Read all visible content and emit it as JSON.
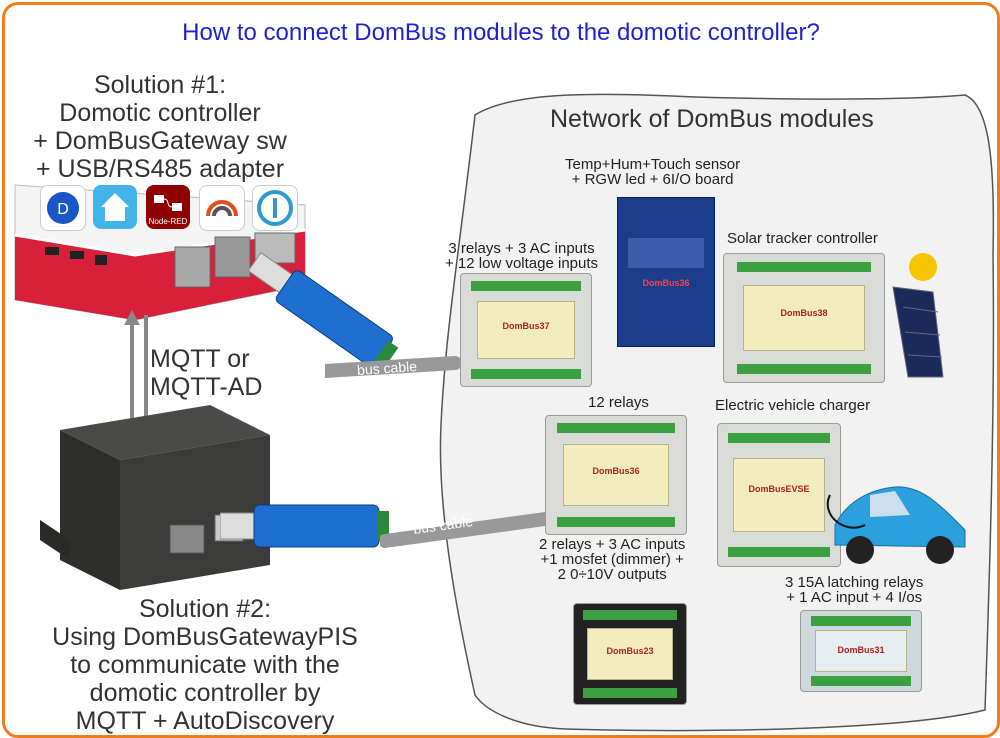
{
  "title": "How to connect DomBus modules to the domotic controller?",
  "solution1": {
    "lines": [
      "Solution #1:",
      "Domotic controller",
      "+ DomBusGateway sw",
      "+ USB/RS485 adapter"
    ],
    "logo_text": "Node-RED"
  },
  "mqtt_label": [
    "MQTT or",
    "MQTT-AD"
  ],
  "solution2": {
    "lines": [
      "Solution #2:",
      "Using DomBusGatewayPIS",
      "to communicate with the",
      "domotic controller by",
      "MQTT + AutoDiscovery"
    ]
  },
  "network_title": "Network of DomBus modules",
  "cable_label_1": "bus cable",
  "cable_label_2": "bus cable",
  "modules": [
    {
      "caption": [
        "Temp+Hum+Touch sensor",
        "+ RGW led + 6I/O board"
      ],
      "label": "DomBus36"
    },
    {
      "caption": [
        "3 relays + 3 AC inputs",
        "+ 12 low voltage inputs"
      ],
      "label": "DomBus37"
    },
    {
      "caption": [
        "Solar tracker controller"
      ],
      "label": "DomBus38"
    },
    {
      "caption": [
        "12 relays"
      ],
      "label": "DomBus36"
    },
    {
      "caption": [
        "Electric vehicle charger"
      ],
      "label": "DomBusEVSE"
    },
    {
      "caption": [
        "2 relays + 3 AC inputs",
        "+1 mosfet (dimmer) +",
        "2 0÷10V outputs"
      ],
      "label": "DomBus23"
    },
    {
      "caption": [
        "3 15A latching relays",
        "+ 1 AC input + 4 I/os"
      ],
      "label": "DomBus31"
    }
  ],
  "colors": {
    "title": "#1f1fd6",
    "frame": "#f07c1c",
    "network_bg": "#f2f2f2",
    "adapter": "#1f6fd0"
  }
}
